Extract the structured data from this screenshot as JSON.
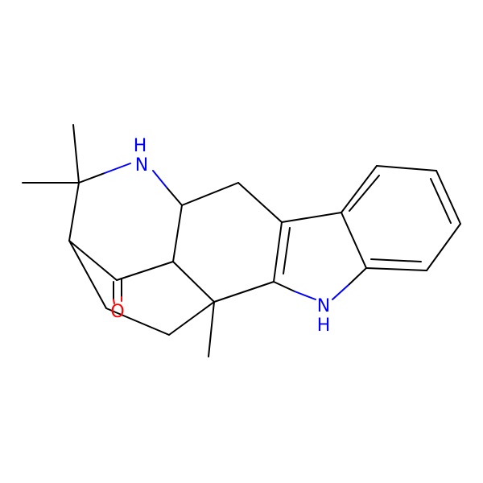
{
  "diagram": {
    "type": "skeletal-structure",
    "labels": {
      "amine_n": "N",
      "amine_h": "H",
      "indole_n": "N",
      "indole_h": "H",
      "carbonyl_o": "O"
    },
    "colors": {
      "background": "#ffffff",
      "bond": "#000000",
      "nitrogen": "#0000ff",
      "oxygen": "#ff0000"
    }
  }
}
